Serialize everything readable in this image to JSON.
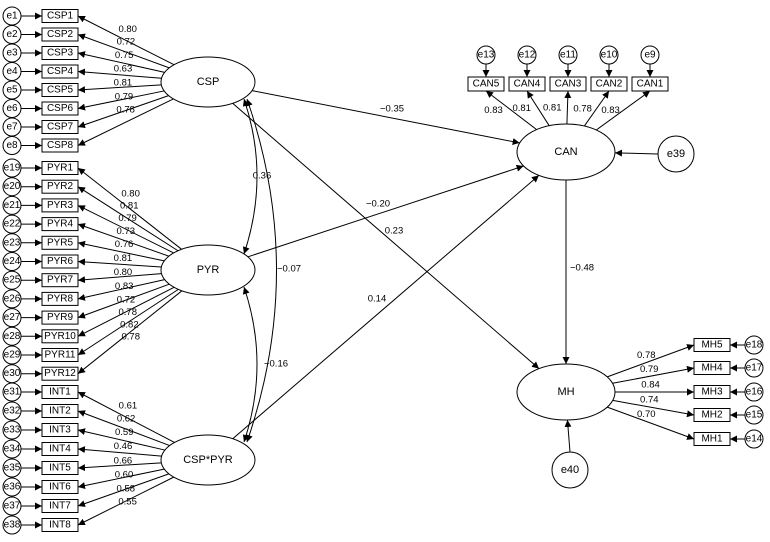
{
  "latents": {
    "csp": "CSP",
    "pyr": "PYR",
    "int": "CSP*PYR",
    "can": "CAN",
    "mh": "MH"
  },
  "indicators": {
    "csp": [
      {
        "name": "CSP1",
        "error": "e1",
        "loading": "0.80"
      },
      {
        "name": "CSP2",
        "error": "e2",
        "loading": "0.72"
      },
      {
        "name": "CSP3",
        "error": "e3",
        "loading": "0.75"
      },
      {
        "name": "CSP4",
        "error": "e4",
        "loading": "0.63"
      },
      {
        "name": "CSP5",
        "error": "e5",
        "loading": "0.81"
      },
      {
        "name": "CSP6",
        "error": "e6",
        "loading": "0.79"
      },
      {
        "name": "CSP7",
        "error": "e7",
        "loading": "0.78"
      },
      {
        "name": "CSP8",
        "error": "e8",
        "loading": ""
      }
    ],
    "pyr": [
      {
        "name": "PYR1",
        "error": "e19",
        "loading": "0.80"
      },
      {
        "name": "PYR2",
        "error": "e20",
        "loading": "0.81"
      },
      {
        "name": "PYR3",
        "error": "e21",
        "loading": "0.79"
      },
      {
        "name": "PYR4",
        "error": "e22",
        "loading": "0.73"
      },
      {
        "name": "PYR5",
        "error": "e23",
        "loading": "0.76"
      },
      {
        "name": "PYR6",
        "error": "e24",
        "loading": "0.81"
      },
      {
        "name": "PYR7",
        "error": "e25",
        "loading": "0.80"
      },
      {
        "name": "PYR8",
        "error": "e26",
        "loading": "0.83"
      },
      {
        "name": "PYR9",
        "error": "e27",
        "loading": "0.72"
      },
      {
        "name": "PYR10",
        "error": "e28",
        "loading": "0.78"
      },
      {
        "name": "PYR11",
        "error": "e29",
        "loading": "0.82"
      },
      {
        "name": "PYR12",
        "error": "e30",
        "loading": "0.78"
      }
    ],
    "int": [
      {
        "name": "INT1",
        "error": "e31",
        "loading": "0.61"
      },
      {
        "name": "INT2",
        "error": "e32",
        "loading": "0.62"
      },
      {
        "name": "INT3",
        "error": "e33",
        "loading": "0.59"
      },
      {
        "name": "INT4",
        "error": "e34",
        "loading": "0.46"
      },
      {
        "name": "INT5",
        "error": "e35",
        "loading": "0.66"
      },
      {
        "name": "INT6",
        "error": "e36",
        "loading": "0.60"
      },
      {
        "name": "INT7",
        "error": "e37",
        "loading": "0.58"
      },
      {
        "name": "INT8",
        "error": "e38",
        "loading": "0.55"
      }
    ],
    "can": [
      {
        "name": "CAN5",
        "error": "e13",
        "loading": "0.83"
      },
      {
        "name": "CAN4",
        "error": "e12",
        "loading": "0.81"
      },
      {
        "name": "CAN3",
        "error": "e11",
        "loading": "0.81"
      },
      {
        "name": "CAN2",
        "error": "e10",
        "loading": "0.78"
      },
      {
        "name": "CAN1",
        "error": "e9",
        "loading": "0.83"
      }
    ],
    "mh": [
      {
        "name": "MH5",
        "error": "e18",
        "loading": "0.78"
      },
      {
        "name": "MH4",
        "error": "e17",
        "loading": "0.79"
      },
      {
        "name": "MH3",
        "error": "e16",
        "loading": "0.84"
      },
      {
        "name": "MH2",
        "error": "e15",
        "loading": "0.74"
      },
      {
        "name": "MH1",
        "error": "e14",
        "loading": "0.70"
      }
    ]
  },
  "residuals": {
    "can": "e39",
    "mh": "e40"
  },
  "paths": {
    "csp_can": "−0.35",
    "csp_mh": "0.23",
    "pyr_can": "−0.20",
    "int_can": "0.14",
    "can_mh": "−0.48"
  },
  "covariances": {
    "csp_pyr": "0.36",
    "csp_int": "−0.07",
    "pyr_int": "−0.16"
  }
}
